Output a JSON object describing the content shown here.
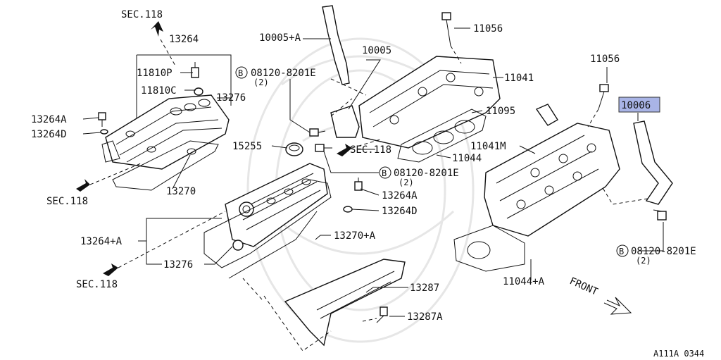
{
  "labels": {
    "sec118_top": "SEC.118",
    "p13264_top": "13264",
    "p11810p": "11810P",
    "p11810c": "11810C",
    "p13276_top": "13276",
    "p13264a_left": "13264A",
    "p13264d_left": "13264D",
    "sec118_left": "SEC.118",
    "p13270": "13270",
    "p10005a": "10005+A",
    "p10005": "10005",
    "p08120_top": "08120-8201E",
    "qty2_top": "(2)",
    "p11056_top": "11056",
    "p11041": "11041",
    "p11095": "11095",
    "p15255": "15255",
    "sec118_mid": "SEC.118",
    "p11044": "11044",
    "p08120_mid": "08120-8201E",
    "qty2_mid": "(2)",
    "p13264a_mid": "13264A",
    "p13264d_mid": "13264D",
    "p13264a_plus": "13264+A",
    "p13270a": "13270+A",
    "p13276_low": "13276",
    "sec118_low": "SEC.118",
    "p13287": "13287",
    "p13287a": "13287A",
    "p11056_right": "11056",
    "p11041m": "11041M",
    "p10006": "10006",
    "p11044a": "11044+A",
    "p08120_right": "08120-8201E",
    "qty2_right": "(2)",
    "front": "FRONT",
    "ref_code": "A111A 0344",
    "bolt_symbol": "B"
  },
  "colors": {
    "highlight": "#a9b4e6",
    "ink": "#111111"
  }
}
